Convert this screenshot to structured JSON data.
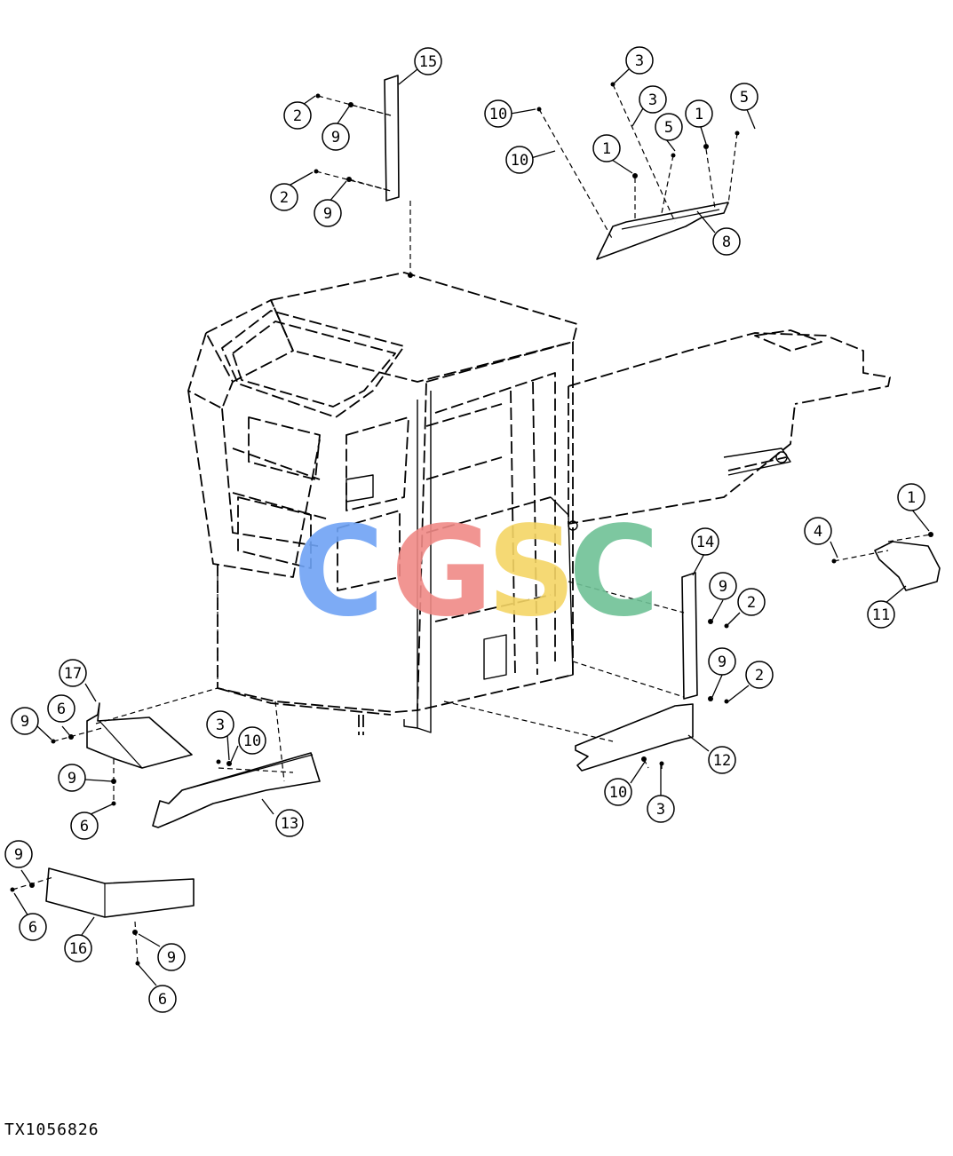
{
  "figure_id": "TX1056826",
  "watermark": {
    "letters": [
      "C",
      "G",
      "S",
      "C"
    ],
    "colors": [
      "#6fa3f5",
      "#f08a87",
      "#f5d565",
      "#6fc196"
    ]
  },
  "callouts": [
    {
      "label": "15"
    },
    {
      "label": "2"
    },
    {
      "label": "9"
    },
    {
      "label": "2"
    },
    {
      "label": "9"
    },
    {
      "label": "3"
    },
    {
      "label": "10"
    },
    {
      "label": "3"
    },
    {
      "label": "10"
    },
    {
      "label": "1"
    },
    {
      "label": "5"
    },
    {
      "label": "1"
    },
    {
      "label": "5"
    },
    {
      "label": "8"
    },
    {
      "label": "1"
    },
    {
      "label": "4"
    },
    {
      "label": "11"
    },
    {
      "label": "14"
    },
    {
      "label": "9"
    },
    {
      "label": "2"
    },
    {
      "label": "9"
    },
    {
      "label": "2"
    },
    {
      "label": "12"
    },
    {
      "label": "10"
    },
    {
      "label": "3"
    },
    {
      "label": "17"
    },
    {
      "label": "9"
    },
    {
      "label": "6"
    },
    {
      "label": "9"
    },
    {
      "label": "6"
    },
    {
      "label": "3"
    },
    {
      "label": "10"
    },
    {
      "label": "13"
    },
    {
      "label": "9"
    },
    {
      "label": "6"
    },
    {
      "label": "16"
    },
    {
      "label": "9"
    },
    {
      "label": "6"
    }
  ]
}
